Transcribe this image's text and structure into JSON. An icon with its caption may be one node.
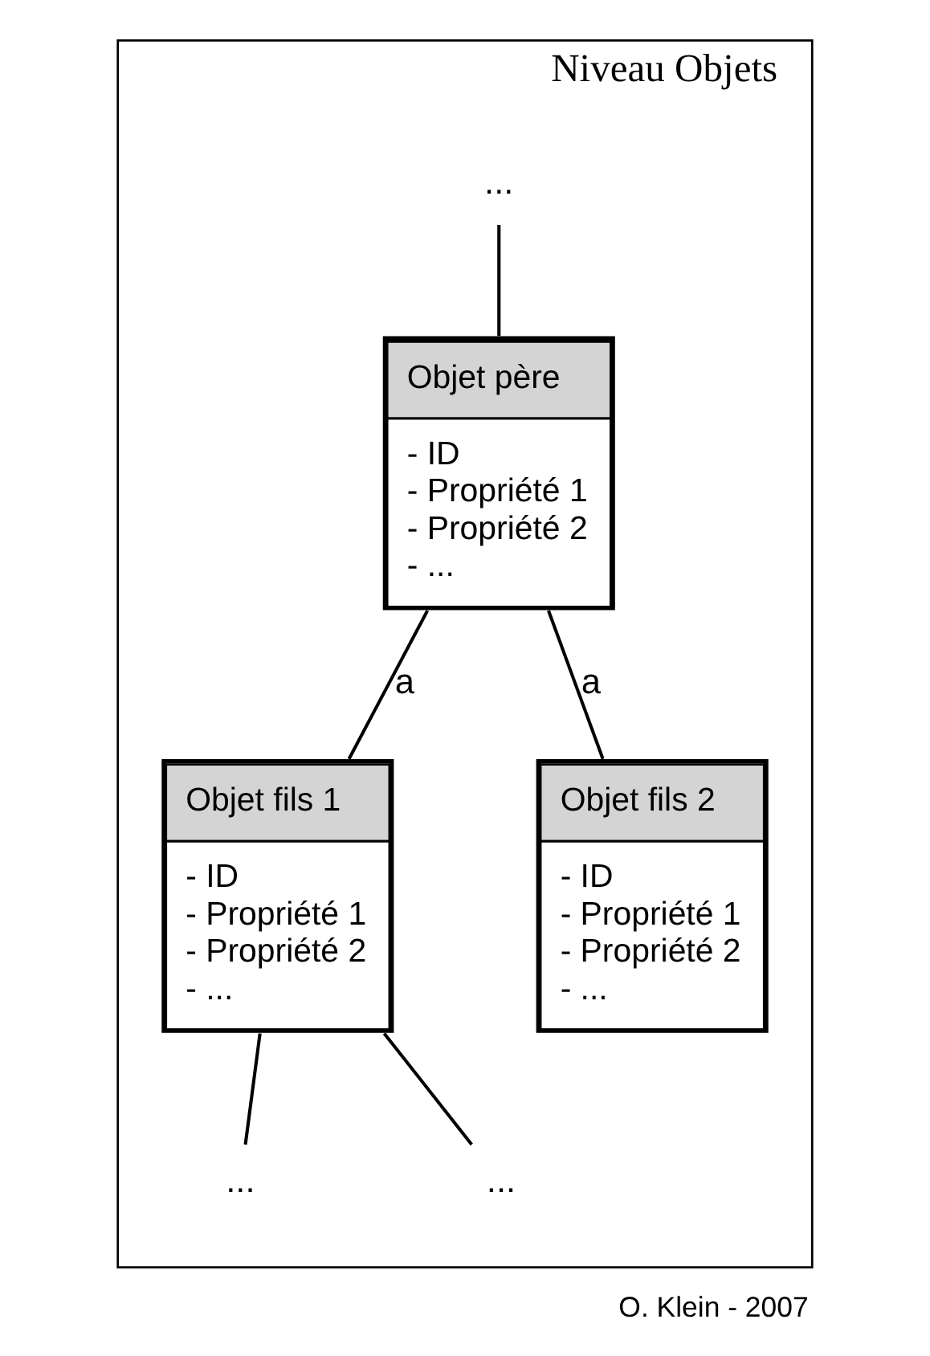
{
  "diagram": {
    "caption": "O. Klein - 2007",
    "nodes": [
      {
        "text": [
          "Niveau Objets"
        ]
      },
      {
        "text": [
          "..."
        ],
        "in": 0
      },
      {
        "text": [
          "Objet père",
          "- ID - Propriété 1 - Propriété 2 - ..."
        ],
        "in": 0
      },
      {
        "text": [
          "Objet fils 1",
          "- ID - Propriété 1 - Propriété 2 - ..."
        ],
        "in": 0
      },
      {
        "text": [
          "Objet fils 2",
          "- ID - Propriété 1 - Propriété 2 - ..."
        ],
        "in": 0
      },
      {
        "text": [
          "..."
        ],
        "in": 0
      },
      {
        "text": [
          "..."
        ],
        "in": 0
      }
    ],
    "edges": [
      {
        "from": 1,
        "to": 2,
        "arrow": "none"
      },
      {
        "from": 2,
        "to": 3,
        "arrow": "none",
        "label": "a"
      },
      {
        "from": 2,
        "to": 4,
        "arrow": "none",
        "label": "a"
      },
      {
        "from": 3,
        "to": 5,
        "arrow": "none"
      },
      {
        "from": 3,
        "to": 6,
        "arrow": "none"
      }
    ]
  }
}
